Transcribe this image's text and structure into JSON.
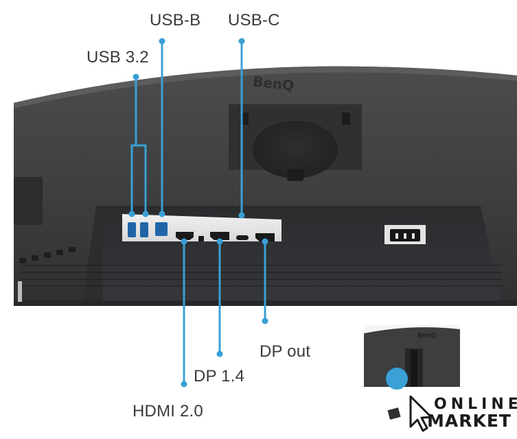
{
  "labels": {
    "usb_b": "USB-B",
    "usb_c": "USB-C",
    "usb_32": "USB 3.2",
    "dp_out": "DP out",
    "dp_14": "DP 1.4",
    "hdmi": "HDMI 2.0"
  },
  "monitor": {
    "brand": "BenQ"
  },
  "inset": {
    "brand": "BenQ"
  },
  "logo": {
    "line1": "ONLINE",
    "line2": "MARKET"
  },
  "colors": {
    "callout": "#3aa0d6",
    "bezel": "#3b3d3f",
    "port_panel": "#e9e9e9"
  }
}
